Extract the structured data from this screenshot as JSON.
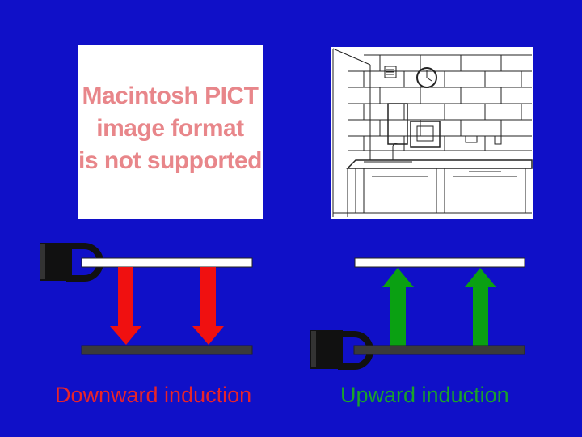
{
  "placeholder": {
    "lines": [
      "Macintosh PICT",
      "image format",
      "is not supported"
    ],
    "text_color": "#e8868a"
  },
  "captions": {
    "downward": "Downward induction",
    "upward": "Upward induction"
  },
  "colors": {
    "background": "#1010c8",
    "downward_arrow": "#f01010",
    "upward_arrow": "#0aa012",
    "plate_light": "#ffffff",
    "plate_dark": "#3a3a3a",
    "magnet": "#111111"
  },
  "icons": {
    "magnet_left": "magnet-icon",
    "magnet_right": "magnet-icon",
    "lab_illustration": "laboratory-bench-illustration"
  }
}
